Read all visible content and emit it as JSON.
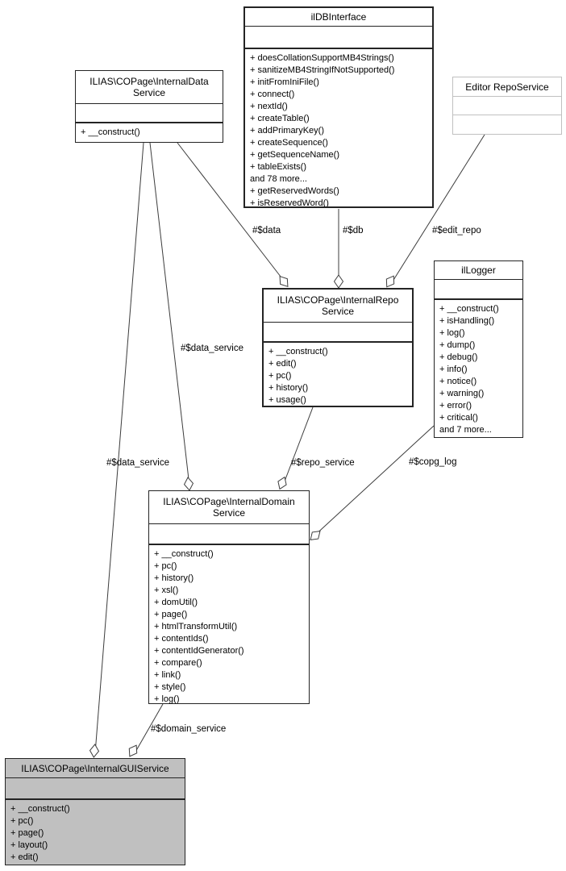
{
  "diagram": {
    "kind": "uml-collaboration-diagram",
    "colors": {
      "node_border": "#242424",
      "edge": "#3c3c3c",
      "current_node_fill": "#c0c0c0",
      "external_node_border": "#c0c0c0",
      "background": "#ffffff"
    },
    "classes": {
      "db_interface": {
        "title_lines": [
          "ilDBInterface"
        ],
        "attributes": [],
        "methods": [
          "+ doesCollationSupportMB4Strings()",
          "+ sanitizeMB4StringIfNotSupported()",
          "+ initFromIniFile()",
          "+ connect()",
          "+ nextId()",
          "+ createTable()",
          "+ addPrimaryKey()",
          "+ createSequence()",
          "+ getSequenceName()",
          "+ tableExists()",
          "and 78 more...",
          "+ getReservedWords()",
          "+ isReservedWord()"
        ]
      },
      "data_service": {
        "title_lines": [
          "ILIAS\\COPage\\InternalData",
          "Service"
        ],
        "attributes": [],
        "methods": [
          "+ __construct()"
        ]
      },
      "editor_repo_service": {
        "title_lines": [
          "Editor RepoService"
        ],
        "attributes": [],
        "methods": []
      },
      "repo_service": {
        "title_lines": [
          "ILIAS\\COPage\\InternalRepo",
          "Service"
        ],
        "attributes": [],
        "methods": [
          "+ __construct()",
          "+ edit()",
          "+ pc()",
          "+ history()",
          "+ usage()"
        ]
      },
      "logger": {
        "title_lines": [
          "ilLogger"
        ],
        "attributes": [],
        "methods": [
          "+ __construct()",
          "+ isHandling()",
          "+ log()",
          "+ dump()",
          "+ debug()",
          "+ info()",
          "+ notice()",
          "+ warning()",
          "+ error()",
          "+ critical()",
          "and 7 more..."
        ]
      },
      "domain_service": {
        "title_lines": [
          "ILIAS\\COPage\\InternalDomain",
          "Service"
        ],
        "attributes": [],
        "methods": [
          "+ __construct()",
          "+ pc()",
          "+ history()",
          "+ xsl()",
          "+ domUtil()",
          "+ page()",
          "+ htmlTransformUtil()",
          "+ contentIds()",
          "+ contentIdGenerator()",
          "+ compare()",
          "+ link()",
          "+ style()",
          "+ log()"
        ]
      },
      "gui_service": {
        "title_lines": [
          "ILIAS\\COPage\\InternalGUIService"
        ],
        "attributes": [],
        "methods": [
          "+ __construct()",
          "+ pc()",
          "+ page()",
          "+ layout()",
          "+ edit()"
        ]
      }
    },
    "edge_labels": {
      "data": "#$data",
      "db": "#$db",
      "edit_repo": "#$edit_repo",
      "data_service_to_domain": "#$data_service",
      "data_service_to_gui": "#$data_service",
      "repo_service": "#$repo_service",
      "copg_log": "#$copg_log",
      "domain_service": "#$domain_service"
    }
  }
}
